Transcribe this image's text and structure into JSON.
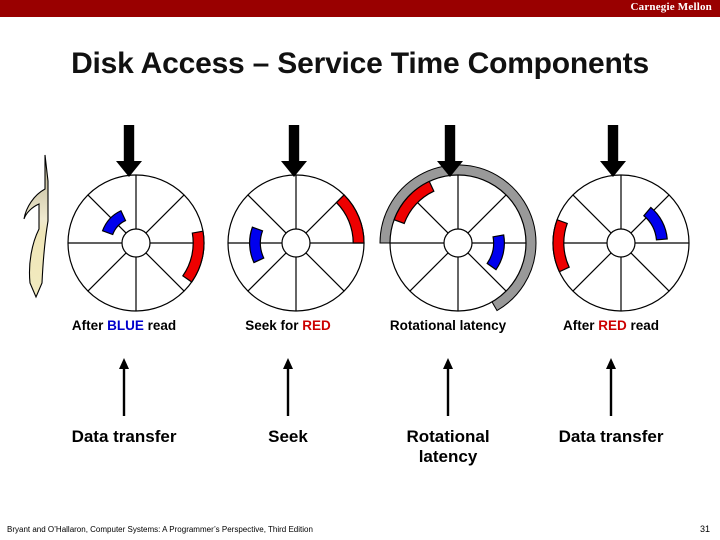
{
  "header": {
    "brand": "Carnegie Mellon",
    "band_color": "#990000"
  },
  "title": "Disk Access – Service Time Components",
  "colors": {
    "blue_block": "#0000EE",
    "red_block": "#EE0000",
    "latency_arc": "#999999",
    "arm_top": "#B6AE8C",
    "arm_bottom": "#F2EBC0",
    "stroke": "#000000",
    "accent_red": "#CC0000",
    "accent_blue": "#0000CC"
  },
  "stages": [
    {
      "id": "after-blue-read",
      "caption_top_prefix": "After ",
      "caption_top_highlight": "BLUE",
      "caption_top_highlight_color": "blue",
      "caption_top_suffix": " read",
      "caption_bottom": "Data transfer",
      "has_arm": true,
      "has_latency_arc": false,
      "blue_angle_deg": -70,
      "blue_ring": 2,
      "red_angle_deg": 80,
      "red_ring": 5
    },
    {
      "id": "seek-for-red",
      "caption_top_prefix": "Seek for ",
      "caption_top_highlight": "RED",
      "caption_top_highlight_color": "red",
      "caption_top_suffix": "",
      "caption_bottom": "Seek",
      "has_arm": false,
      "has_latency_arc": false,
      "blue_angle_deg": -115,
      "blue_ring": 3,
      "red_angle_deg": 45,
      "red_ring": 5
    },
    {
      "id": "rotational-latency",
      "caption_top_prefix": "Rotational latency",
      "caption_top_highlight": "",
      "caption_top_highlight_color": "none",
      "caption_top_suffix": "",
      "caption_bottom": "Rotational\nlatency",
      "has_arm": false,
      "has_latency_arc": true,
      "latency_arc_start_deg": -90,
      "latency_arc_end_deg": 150,
      "blue_angle_deg": 80,
      "blue_ring": 3,
      "red_angle_deg": -70,
      "red_ring": 5
    },
    {
      "id": "after-red-read",
      "caption_top_prefix": "After ",
      "caption_top_highlight": "RED",
      "caption_top_highlight_color": "red",
      "caption_top_suffix": " read",
      "caption_bottom": "Data transfer",
      "has_arm": false,
      "has_latency_arc": false,
      "blue_angle_deg": 40,
      "blue_ring": 3,
      "red_angle_deg": -115,
      "red_ring": 5
    }
  ],
  "disk_geometry": {
    "rings": 5,
    "sectors": 8,
    "hub_radius": 14,
    "outer_radius": 68
  },
  "footer": {
    "citation": "Bryant and O’Hallaron, Computer Systems: A Programmer’s Perspective, Third Edition",
    "page": "31"
  }
}
